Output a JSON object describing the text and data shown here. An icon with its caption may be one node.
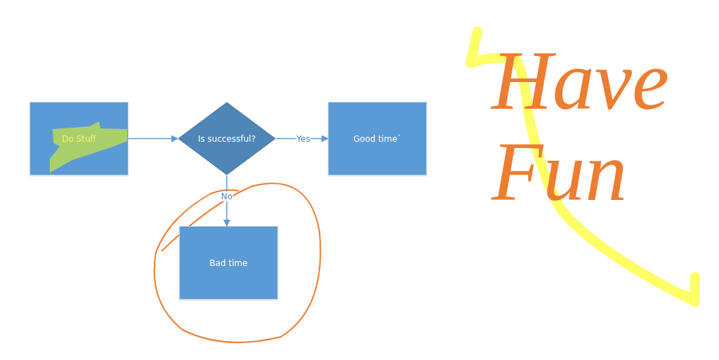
{
  "diagram": {
    "nodes": [
      {
        "text": [
          "Do Stuff"
        ]
      },
      {
        "text": [
          "Is successful?"
        ]
      },
      {
        "text": [
          "Good time`"
        ]
      },
      {
        "text": [
          "Bad time"
        ]
      }
    ],
    "edges": [
      {
        "from": 0,
        "to": 1,
        "arrow": "to"
      },
      {
        "from": 1,
        "to": 2,
        "arrow": "to",
        "label": "Yes"
      },
      {
        "from": 1,
        "to": 3,
        "arrow": "to",
        "label": "No"
      }
    ],
    "labels": [
      "Have Fun"
    ]
  }
}
